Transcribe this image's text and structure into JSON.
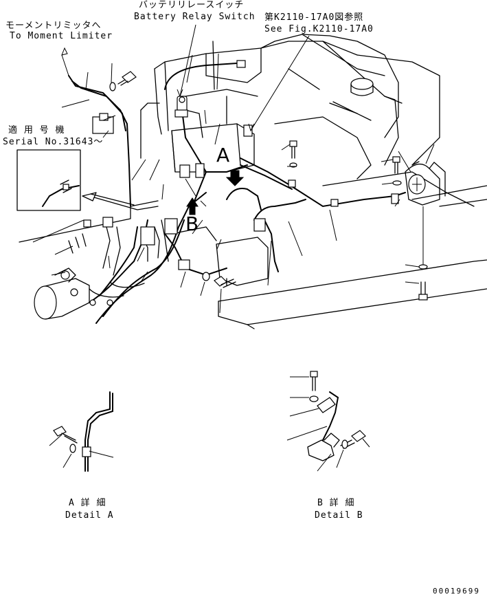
{
  "labels": {
    "moment_limiter_jp": "モーメントリミッタへ",
    "moment_limiter_en": "To Moment Limiter",
    "battery_relay_jp": "バッテリリレースイッチ",
    "battery_relay_en": "Battery Relay Switch",
    "see_fig_jp": "第K2110-17A0図参照",
    "see_fig_en": "See Fig.K2110-17A0",
    "serial_jp": "適 用 号 機",
    "serial_en": "Serial No.31643～",
    "callout_a": "A",
    "callout_b": "B",
    "detail_a_jp": "A 詳 細",
    "detail_a_en": "Detail A",
    "detail_b_jp": "B 詳 細",
    "detail_b_en": "Detail B",
    "drawing_number": "00019699"
  }
}
